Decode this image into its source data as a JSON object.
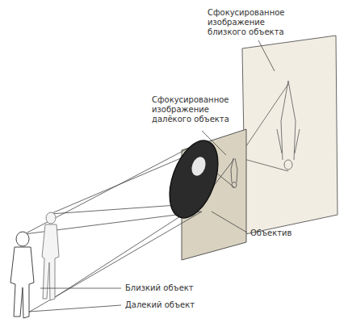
{
  "diagram": {
    "labels": [
      "Сфокусированное изображение близкого объекта",
      "Сфокусированное изображение далёкого объекта",
      "Объектив",
      "Близкий объект",
      "Далекий объект"
    ]
  }
}
